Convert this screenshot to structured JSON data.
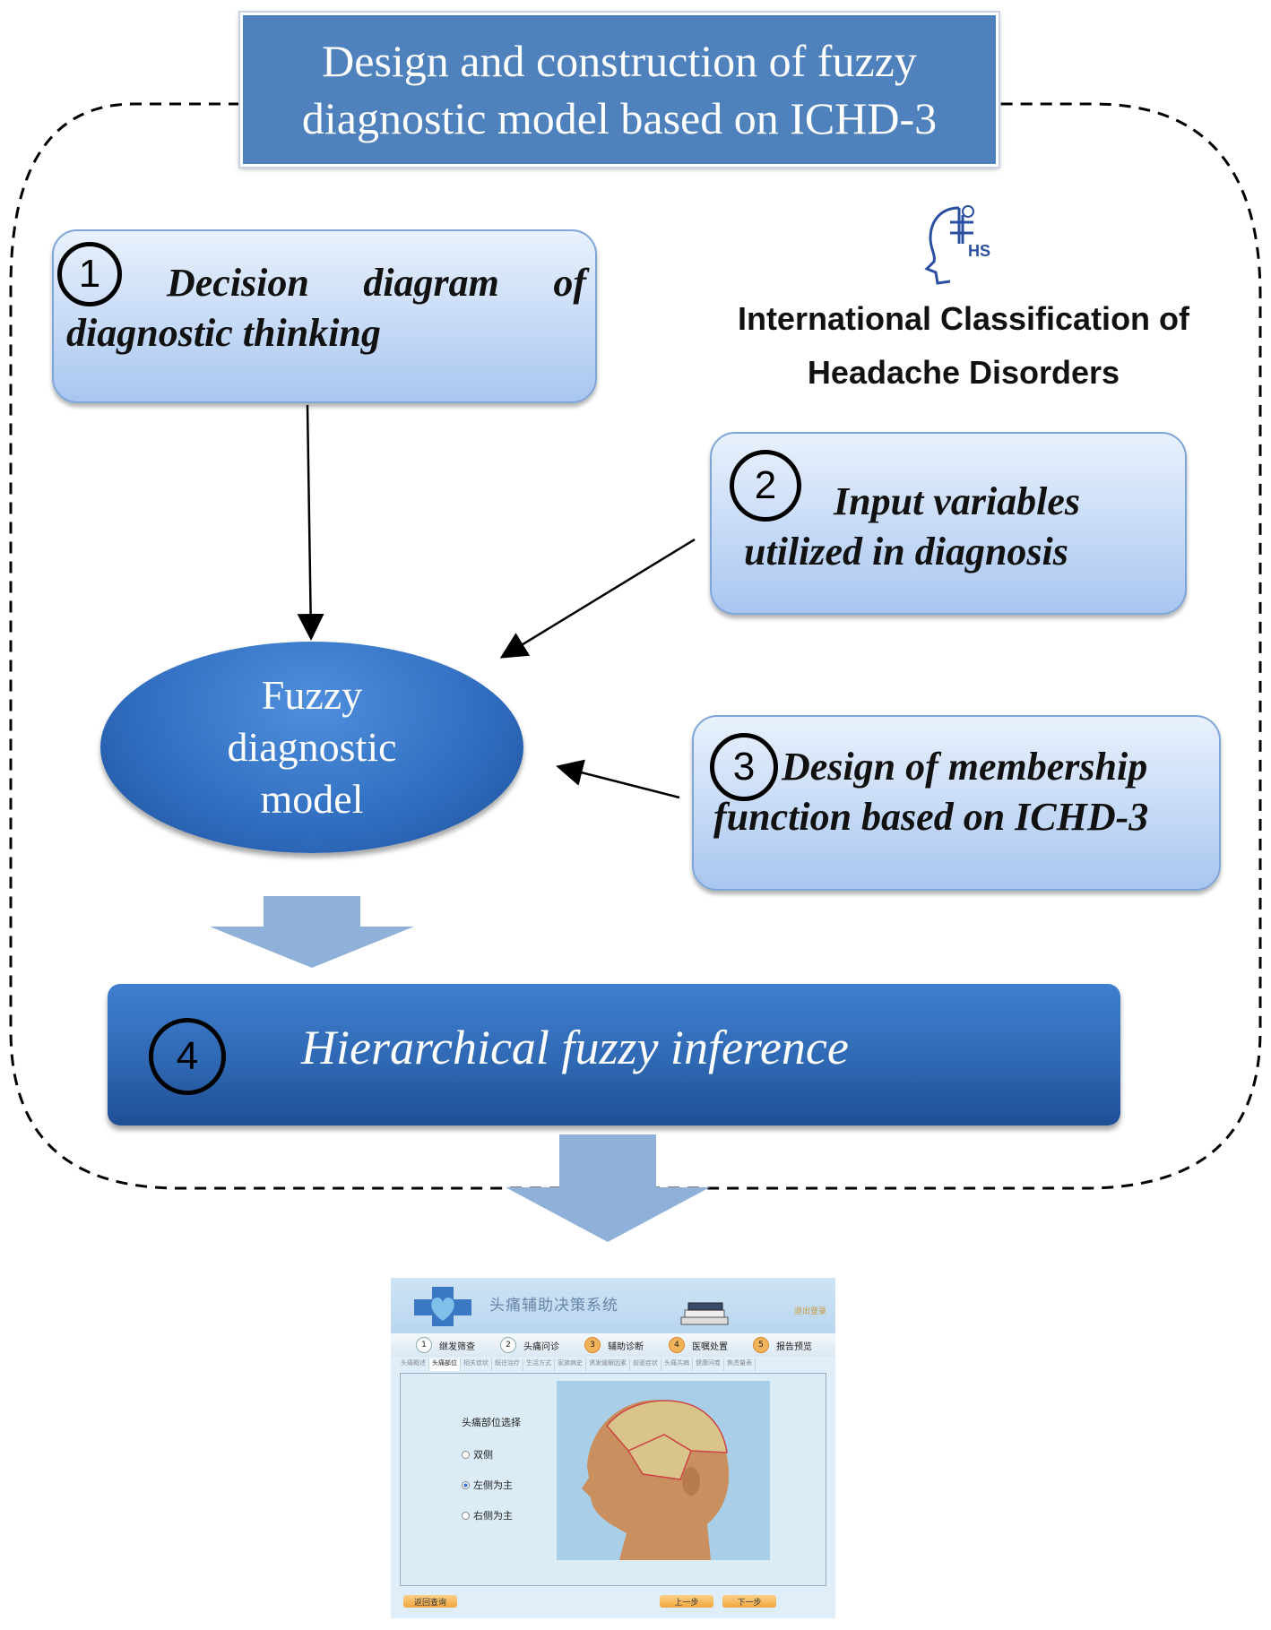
{
  "title": "Design and construction of fuzzy diagnostic model based on ICHD-3",
  "steps": {
    "s1": {
      "num": "1",
      "text": "Decision diagram of diagnostic thinking"
    },
    "s2": {
      "num": "2",
      "text": "Input variables utilized in diagnosis"
    },
    "s3": {
      "num": "3",
      "text": "Design of membership function based on ICHD-3"
    },
    "s4": {
      "num": "4",
      "text": "Hierarchical fuzzy inference"
    }
  },
  "ichd": {
    "logo_name": "ihs-logo",
    "line1": "International Classification of",
    "line2": "Headache Disorders"
  },
  "model": {
    "line1": "Fuzzy",
    "line2": "diagnostic",
    "line3": "model"
  },
  "app": {
    "title": "头痛辅助决策系统",
    "logout": "退出登录",
    "steps": [
      {
        "num": "1",
        "label": "继发筛查"
      },
      {
        "num": "2",
        "label": "头痛问诊"
      },
      {
        "num": "3",
        "label": "辅助诊断"
      },
      {
        "num": "4",
        "label": "医嘱处置"
      },
      {
        "num": "5",
        "label": "报告预览"
      }
    ],
    "tabs": [
      "头痛概述",
      "头痛部位",
      "相关症状",
      "既往治疗",
      "生活方式",
      "家族病史",
      "诱发缓解因素",
      "前驱症状",
      "头痛共病",
      "健康问卷",
      "焦虑量表"
    ],
    "radio_title": "头痛部位选择",
    "radios": [
      "双侧",
      "左侧为主",
      "右侧为主"
    ],
    "back_btn": "返回查询",
    "prev_btn": "上一步",
    "next_btn": "下一步"
  },
  "colors": {
    "title_bg": "#4f81bd",
    "box_light": "#c9dcf7",
    "dark_blue": "#2f68b3",
    "arrow": "#8fb0d9"
  }
}
